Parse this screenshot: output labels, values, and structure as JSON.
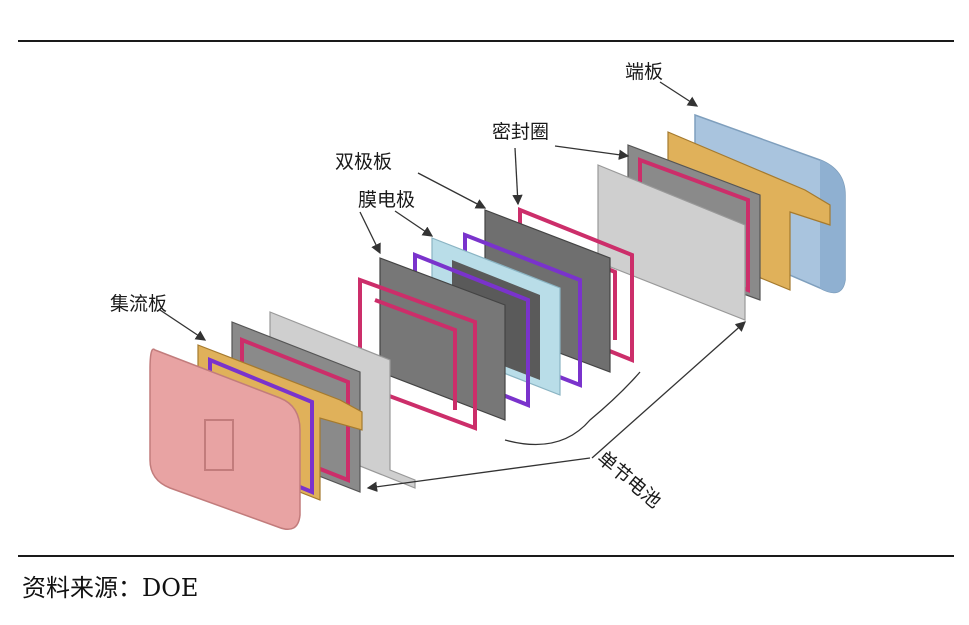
{
  "labels": {
    "end_plate": "端板",
    "seal_ring": "密封圈",
    "bipolar_plate": "双极板",
    "membrane_electrode": "膜电极",
    "current_collector": "集流板",
    "single_cell": "单节电池"
  },
  "source_text": "资料来源：DOE",
  "colors": {
    "end_plate_left": "#e8a3a3",
    "end_plate_right": "#a9c4de",
    "collector": "#e0b15a",
    "seal": "#cc2e6a",
    "seal_alt": "#7a33cc",
    "bipolar": "#7f7f7f",
    "mea": "#b9dde8",
    "gray_plate": "#c7c7c7"
  }
}
